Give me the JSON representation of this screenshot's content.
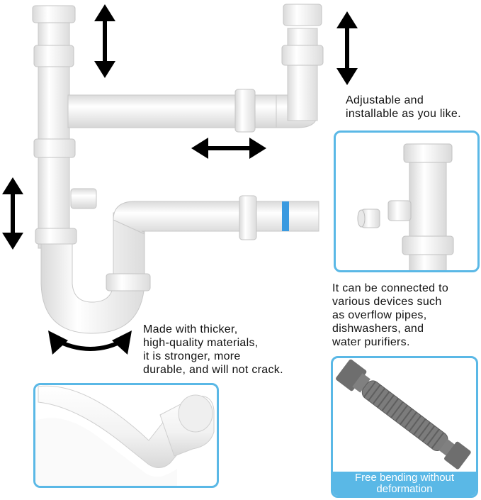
{
  "captions": {
    "adjustable_line1": "Adjustable and",
    "adjustable_line2": "installable as you like.",
    "connect_line1": "It can be connected to",
    "connect_line2": "various devices such",
    "connect_line3": "as overflow pipes,",
    "connect_line4": "dishwashers, and",
    "connect_line5": "water purifiers.",
    "material_line1": "Made with thicker,",
    "material_line2": "high-quality materials,",
    "material_line3": "it is stronger, more",
    "material_line4": "durable, and will not crack."
  },
  "hose_panel": {
    "band_line1": "Free bending without",
    "band_line2": "deformation"
  },
  "colors": {
    "accent": "#5ab8e6",
    "pipe": "#f4f4f4",
    "hose": "#7c7c7c"
  }
}
